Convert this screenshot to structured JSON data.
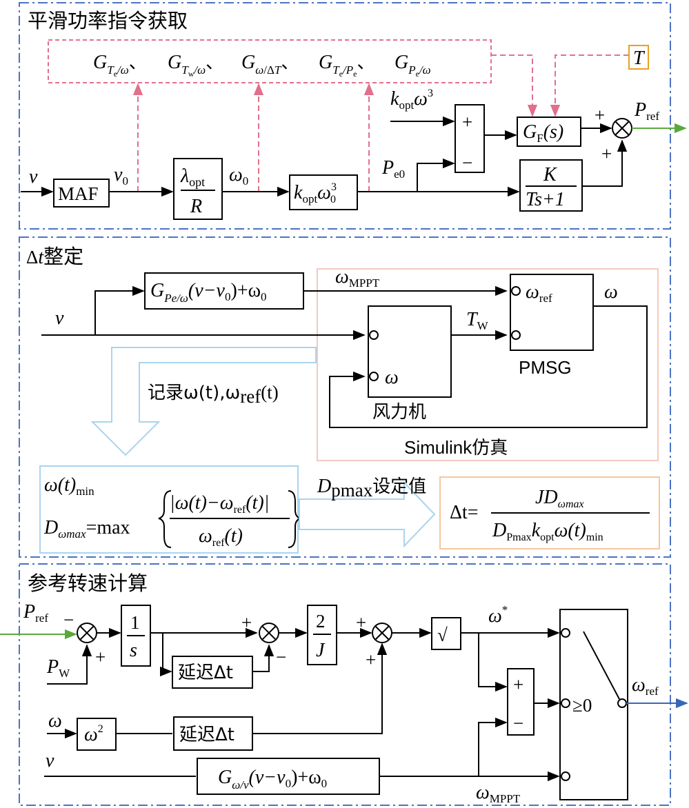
{
  "sections": {
    "smooth": {
      "title": "平滑功率指令获取"
    },
    "dt": {
      "title_symbol": "Δ",
      "title_var": "t",
      "title_rest": "整定"
    },
    "speed": {
      "title": "参考转速计算"
    }
  },
  "smooth": {
    "gains_list": "G_Te/ω、 G_Tw/ω、 G_ω/ΔT、 G_Te/Pe、 G_Pe/ω",
    "gain_sep": "、",
    "T_label": "T",
    "v": "v",
    "maf": "MAF",
    "v0": "v",
    "v0_sub": "0",
    "lambda_num": "λ",
    "lambda_sub": "opt",
    "lambda_den": "R",
    "omega0": "ω",
    "omega0_sub": "0",
    "kopt_block": "k",
    "kopt_sub": "opt",
    "kopt_omega": "ω",
    "kopt_sup": "3",
    "kopt_block_sub0": "0",
    "kopt_in": "k",
    "kopt_in_sub": "opt",
    "kopt_in_omega": "ω",
    "kopt_in_sup": "3",
    "pe0": "P",
    "pe0_sub": "e0",
    "plus": "+",
    "minus": "−",
    "gf": "G",
    "gf_sub": "F",
    "gf_arg": "(s)",
    "lpf_num": "K",
    "lpf_den": "Ts+1",
    "pref": "P",
    "pref_sub": "ref"
  },
  "dt": {
    "gain_block": "G",
    "gain_sub": "Pe/ω",
    "gain_rest": "(v−v",
    "gain_rest_sub": "0",
    "gain_tail": ")+ω",
    "gain_tail_sub": "0",
    "v": "v",
    "omega_mppt": "ω",
    "omega_mppt_sub": "MPPT",
    "tw": "T",
    "tw_sub": "W",
    "omega_ref_port": "ω",
    "omega_ref_port_sub": "ref",
    "omega_out": "ω",
    "pmsg": "PMSG",
    "turbine_port": "ω",
    "turbine": "风力机",
    "record": "记录ω(t),ω",
    "record_sub": "ref",
    "record_tail": "(t)",
    "simulink": "Simulink仿真",
    "omega_min": "ω(t)",
    "omega_min_sub": "min",
    "dmax_lhs": "D",
    "dmax_lhs_sub": "ωmax",
    "dmax_eq": "=max",
    "dmax_num": "|ω(t)−ω",
    "dmax_num_sub": "ref",
    "dmax_num_tail": "(t)|",
    "dmax_den": "ω",
    "dmax_den_sub": "ref",
    "dmax_den_tail": "(t)",
    "dpmax": "D",
    "dpmax_sub": "pmax",
    "dpmax_tail": "设定值",
    "dt_lhs": "Δt=",
    "dt_num": "JD",
    "dt_num_sub": "ωmax",
    "dt_den_d": "D",
    "dt_den_d_sub": "Pmax",
    "dt_den_k": "k",
    "dt_den_k_sub": "opt",
    "dt_den_tail": "ω(t)",
    "dt_den_tail_sub": "min"
  },
  "speed": {
    "pref": "P",
    "pref_sub": "ref",
    "pw": "P",
    "pw_sub": "W",
    "integ_num": "1",
    "integ_den": "s",
    "delay1": "延迟Δt",
    "gain_num": "2",
    "gain_den": "J",
    "sqrt": "√",
    "omega_star": "ω",
    "omega_star_sup": "*",
    "omega": "ω",
    "omega_sq": "ω",
    "omega_sq_sup": "2",
    "delay2": "延迟Δt",
    "v": "v",
    "gain_block": "G",
    "gain_sub": "ω/v",
    "gain_rest": "(v−v",
    "gain_rest_sub": "0",
    "gain_tail": ")+ω",
    "gain_tail_sub": "0",
    "omega_mppt": "ω",
    "omega_mppt_sub": "MPPT",
    "switch_cond": "≥0",
    "omega_ref": "ω",
    "omega_ref_sub": "ref",
    "plus": "+",
    "minus": "−"
  },
  "colors": {
    "section_border": "#4a72c4",
    "gain_bus": "#e0708c",
    "T_box": "#e8a020",
    "output_arrow": "#5aa83c",
    "omega_ref_arrow": "#3a66b8",
    "sim_border": "#f2c9c0",
    "hollow_arrow": "#a9d4ee",
    "dt_box": "#f5c89a"
  }
}
